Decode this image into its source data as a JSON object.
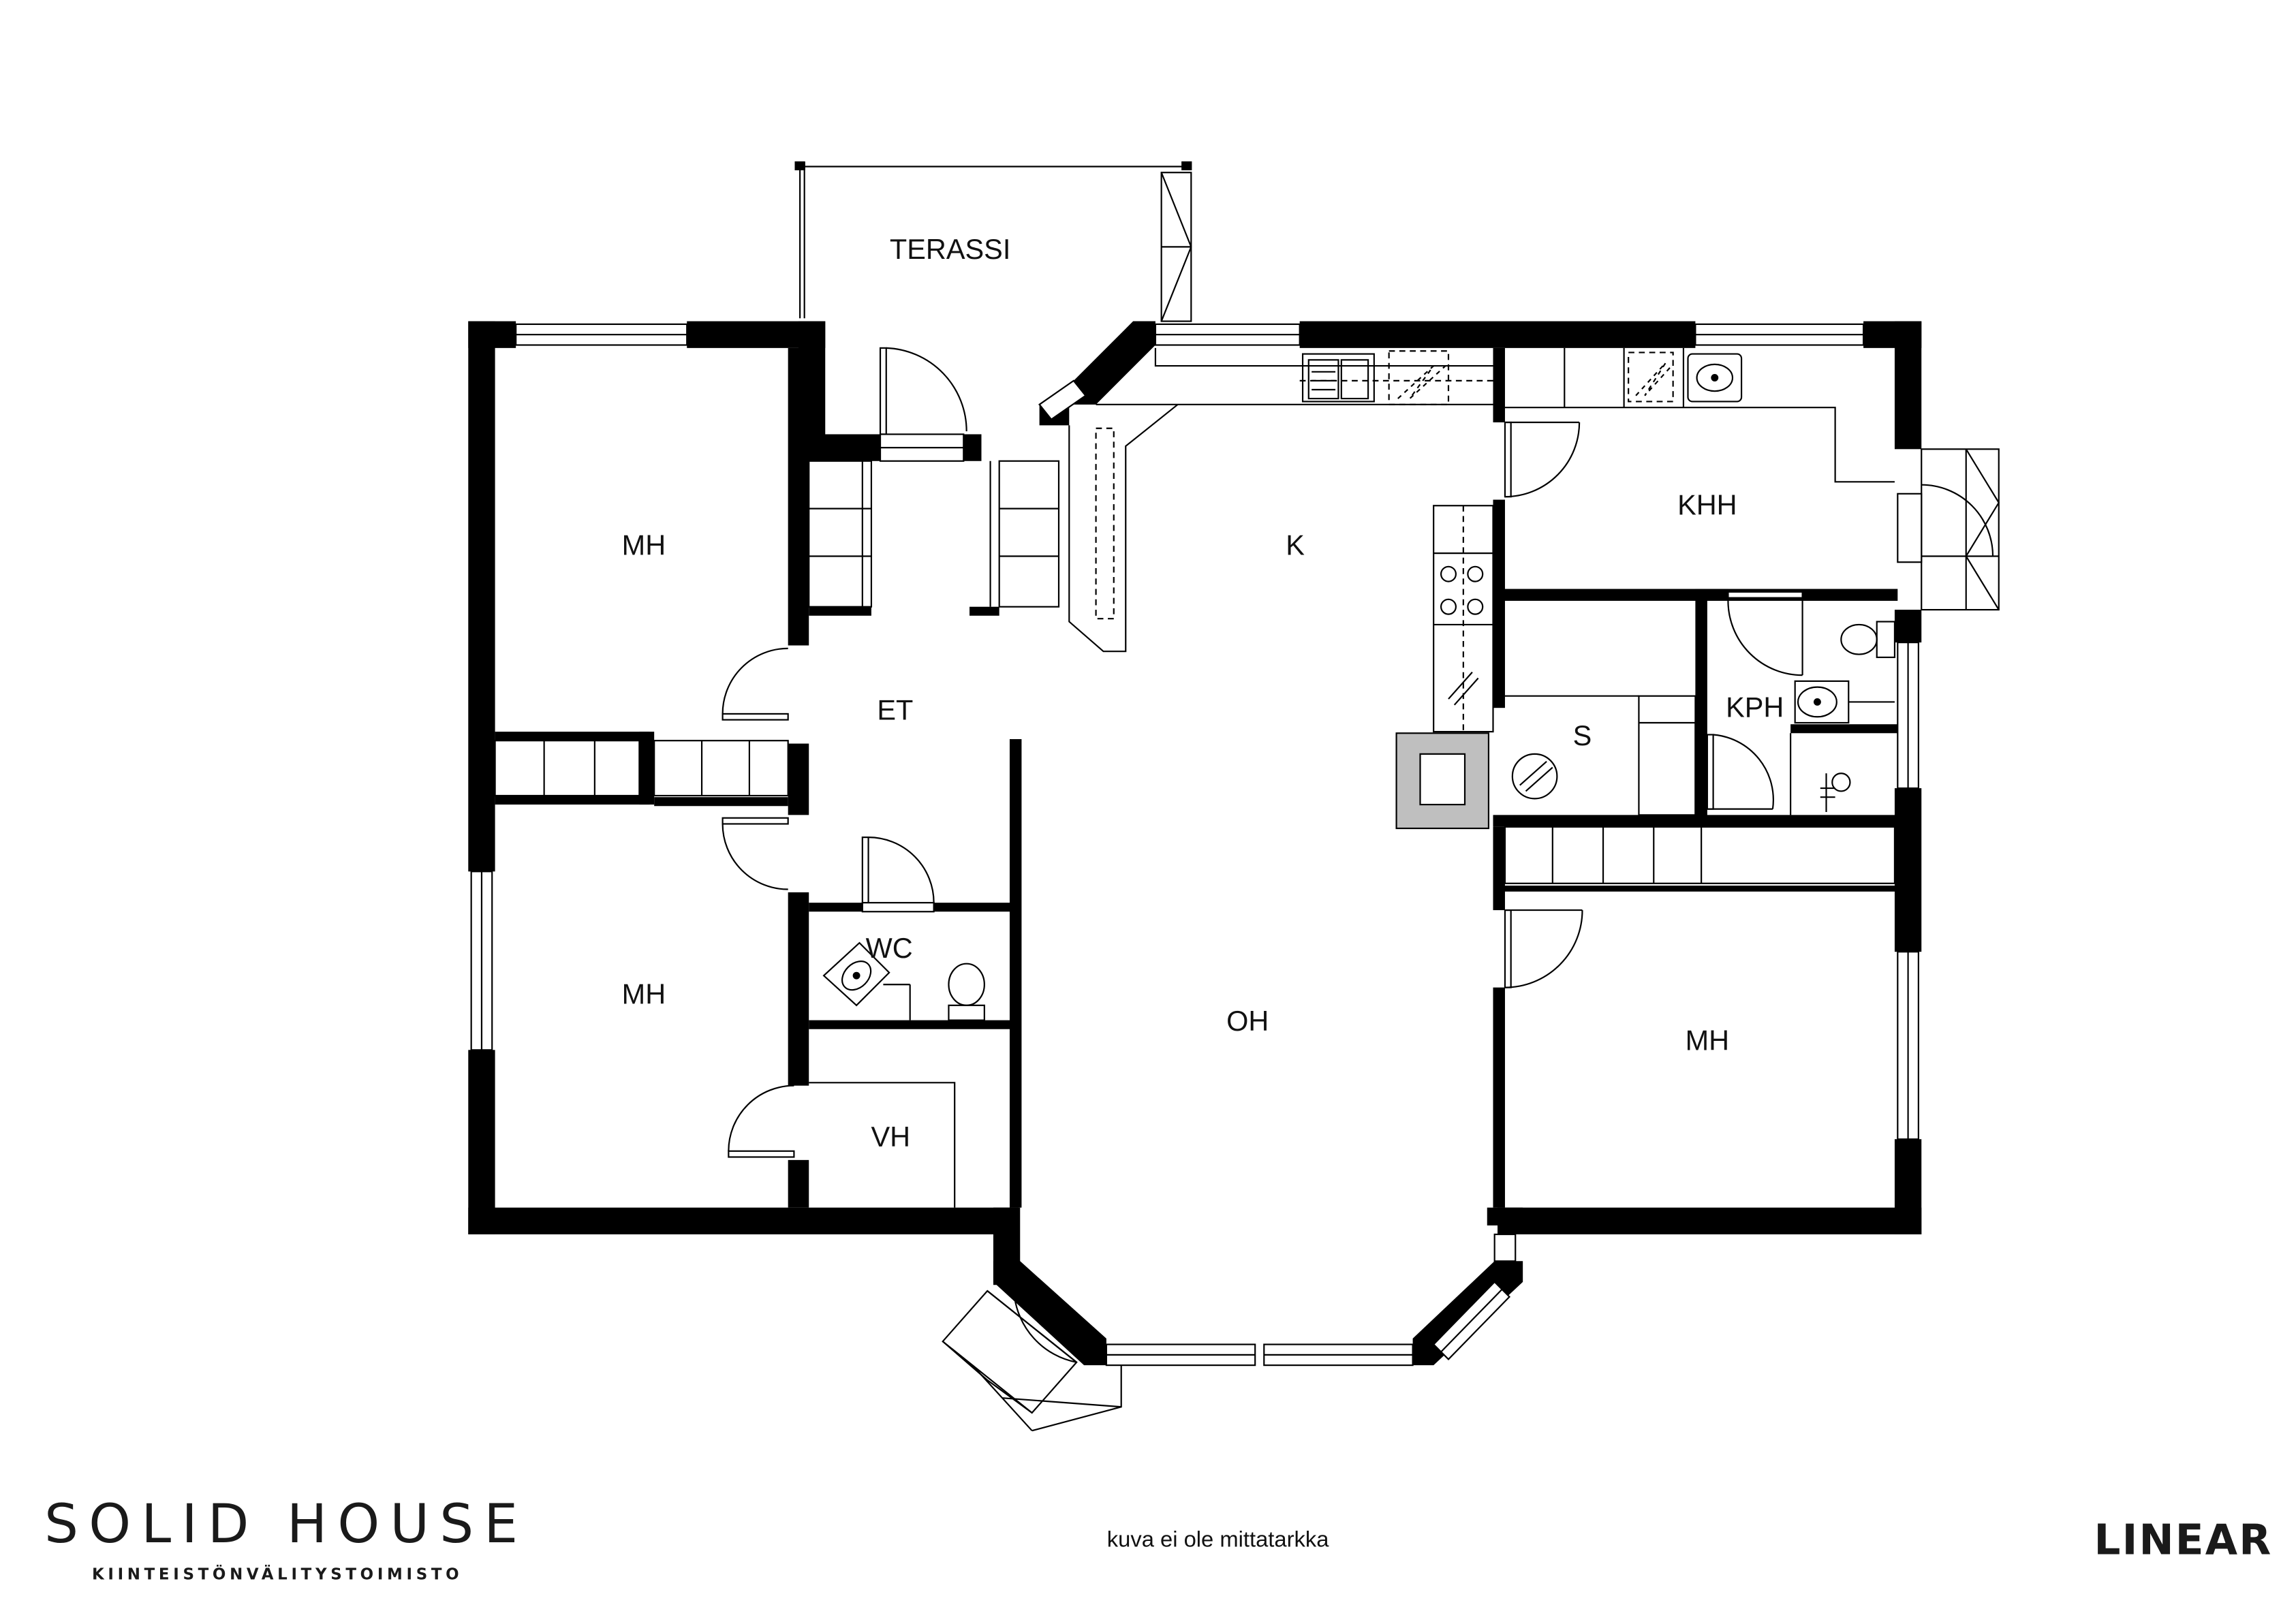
{
  "rooms": {
    "terassi": "TERASSI",
    "mh_top": "MH",
    "et": "ET",
    "k": "K",
    "khh": "KHH",
    "kph": "KPH",
    "s": "S",
    "mh_left": "MH",
    "wc": "WC",
    "oh": "OH",
    "mh_right": "MH",
    "vh": "VH"
  },
  "footer": {
    "note": "kuva ei ole mittatarkka",
    "brand_name": "SOLID HOUSE",
    "brand_subtitle": "KIINTEISTÖNVÄLITYSTOIMISTO",
    "partner_logo": "LINEAR"
  },
  "colors": {
    "wall": "#000000",
    "fireplace": "#bfbfbf",
    "background": "#ffffff"
  }
}
